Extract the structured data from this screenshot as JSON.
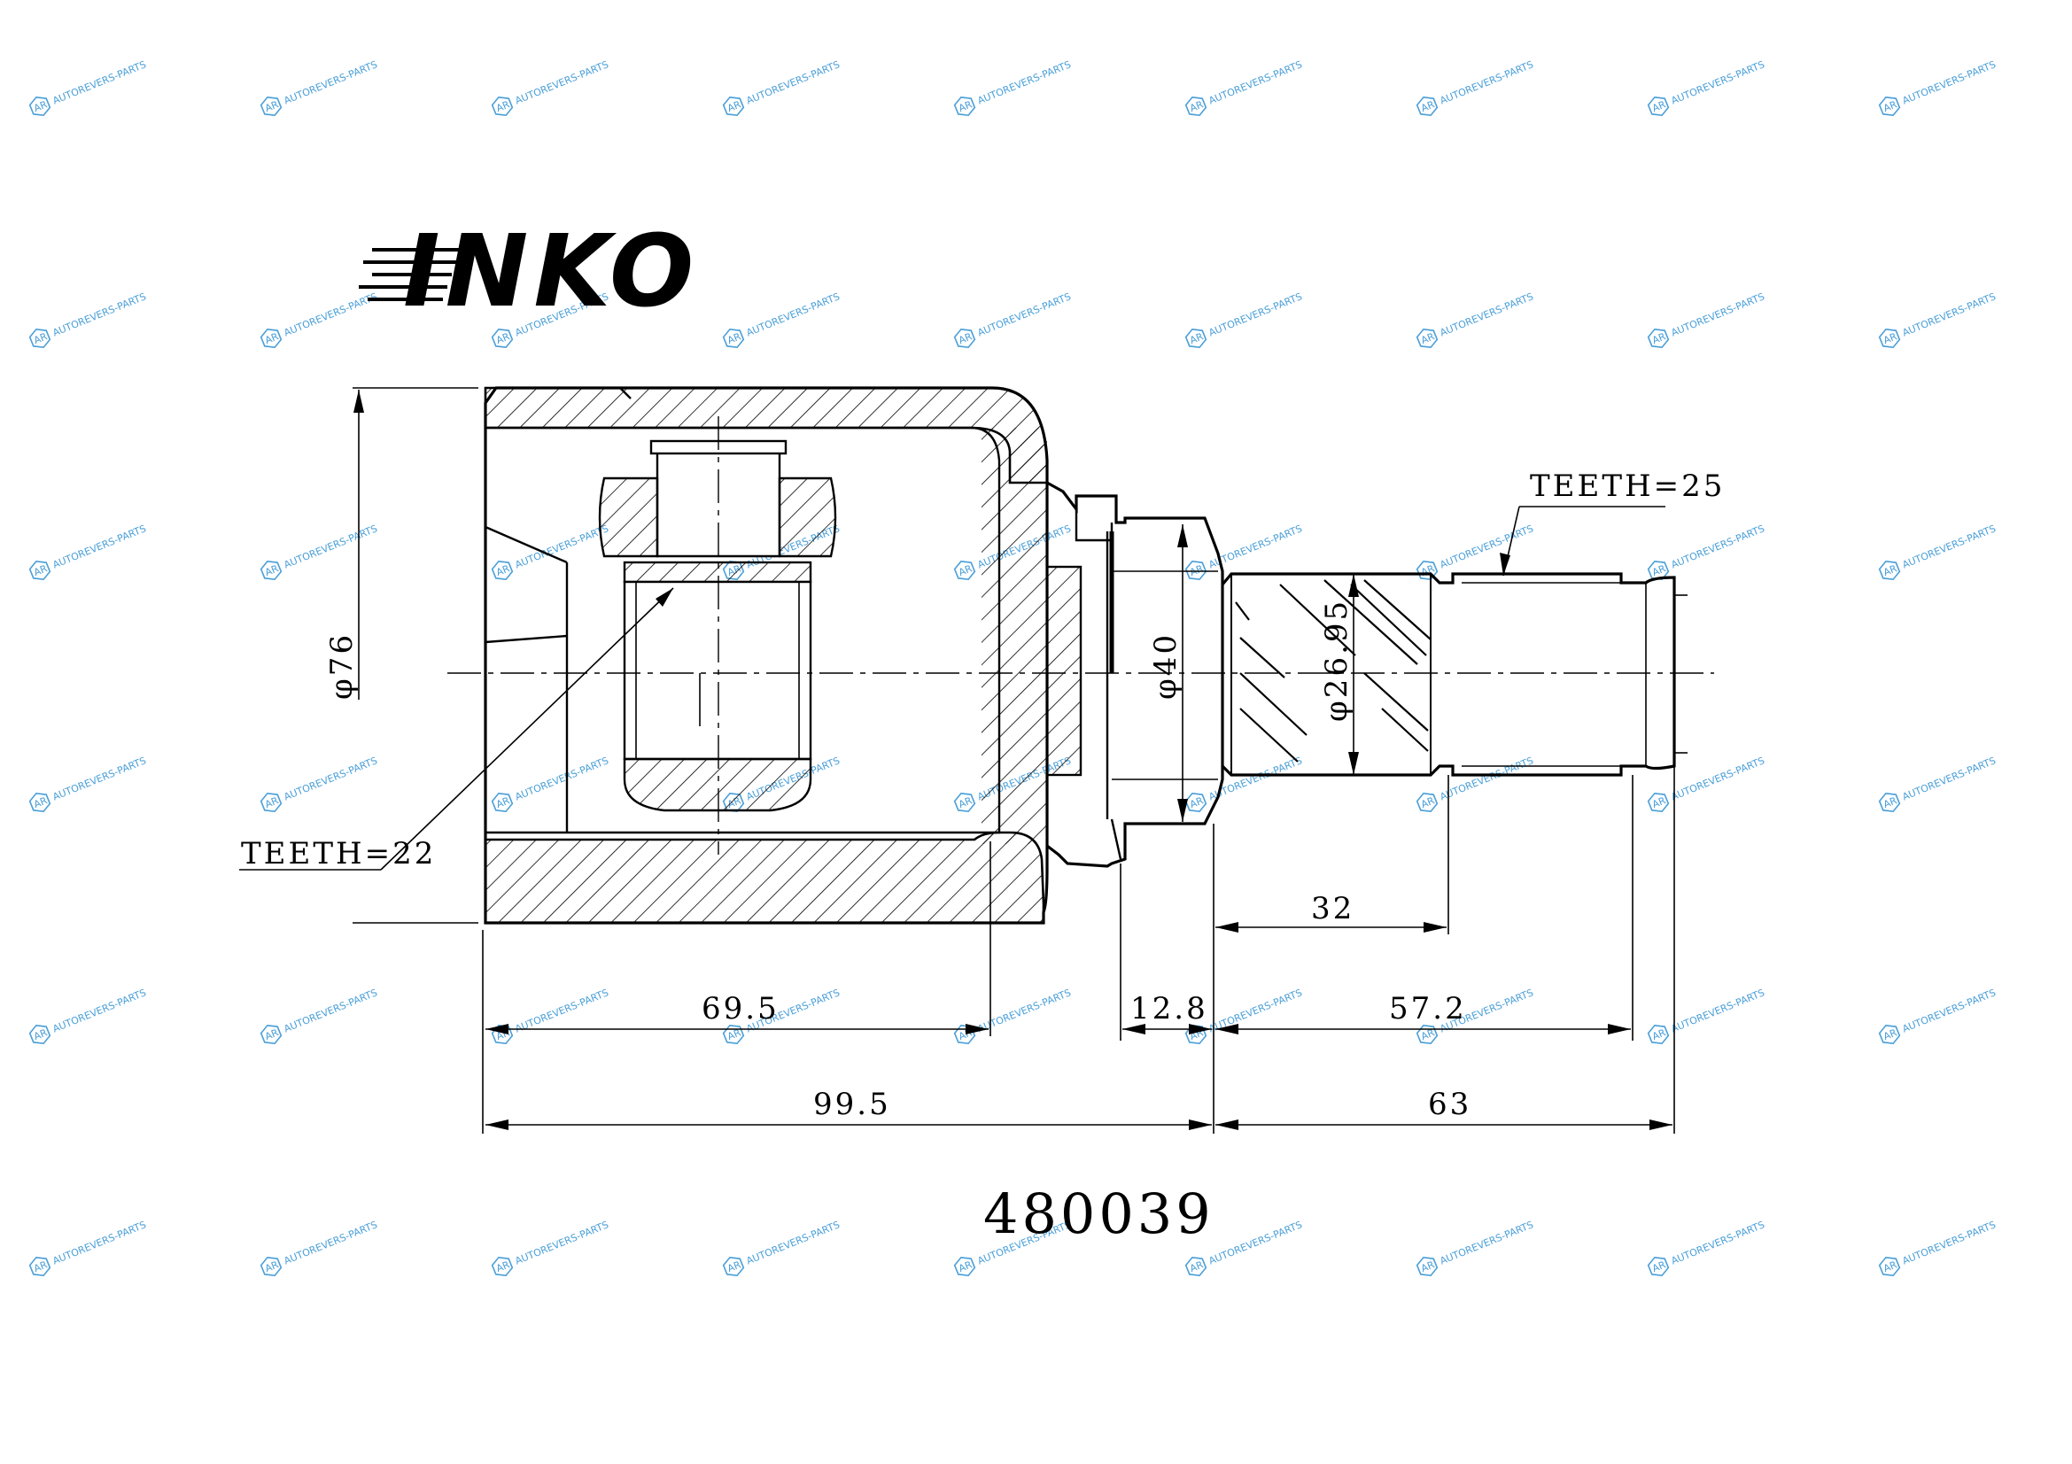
{
  "brand": {
    "name": "INKO"
  },
  "part": {
    "number": "480039"
  },
  "dimensions": {
    "outer_diameter": "φ76",
    "flange_diameter": "φ40",
    "spline_diameter": "φ26.95",
    "teeth_inner": "TEETH=22",
    "teeth_outer": "TEETH=25",
    "len_32": "32",
    "len_69_5": "69.5",
    "len_12_8": "12.8",
    "len_57_2": "57.2",
    "len_99_5": "99.5",
    "len_63": "63"
  },
  "watermark": {
    "text": "AUTOREVERS-PARTS",
    "logo": "AR",
    "color": "#4a9fd8"
  }
}
